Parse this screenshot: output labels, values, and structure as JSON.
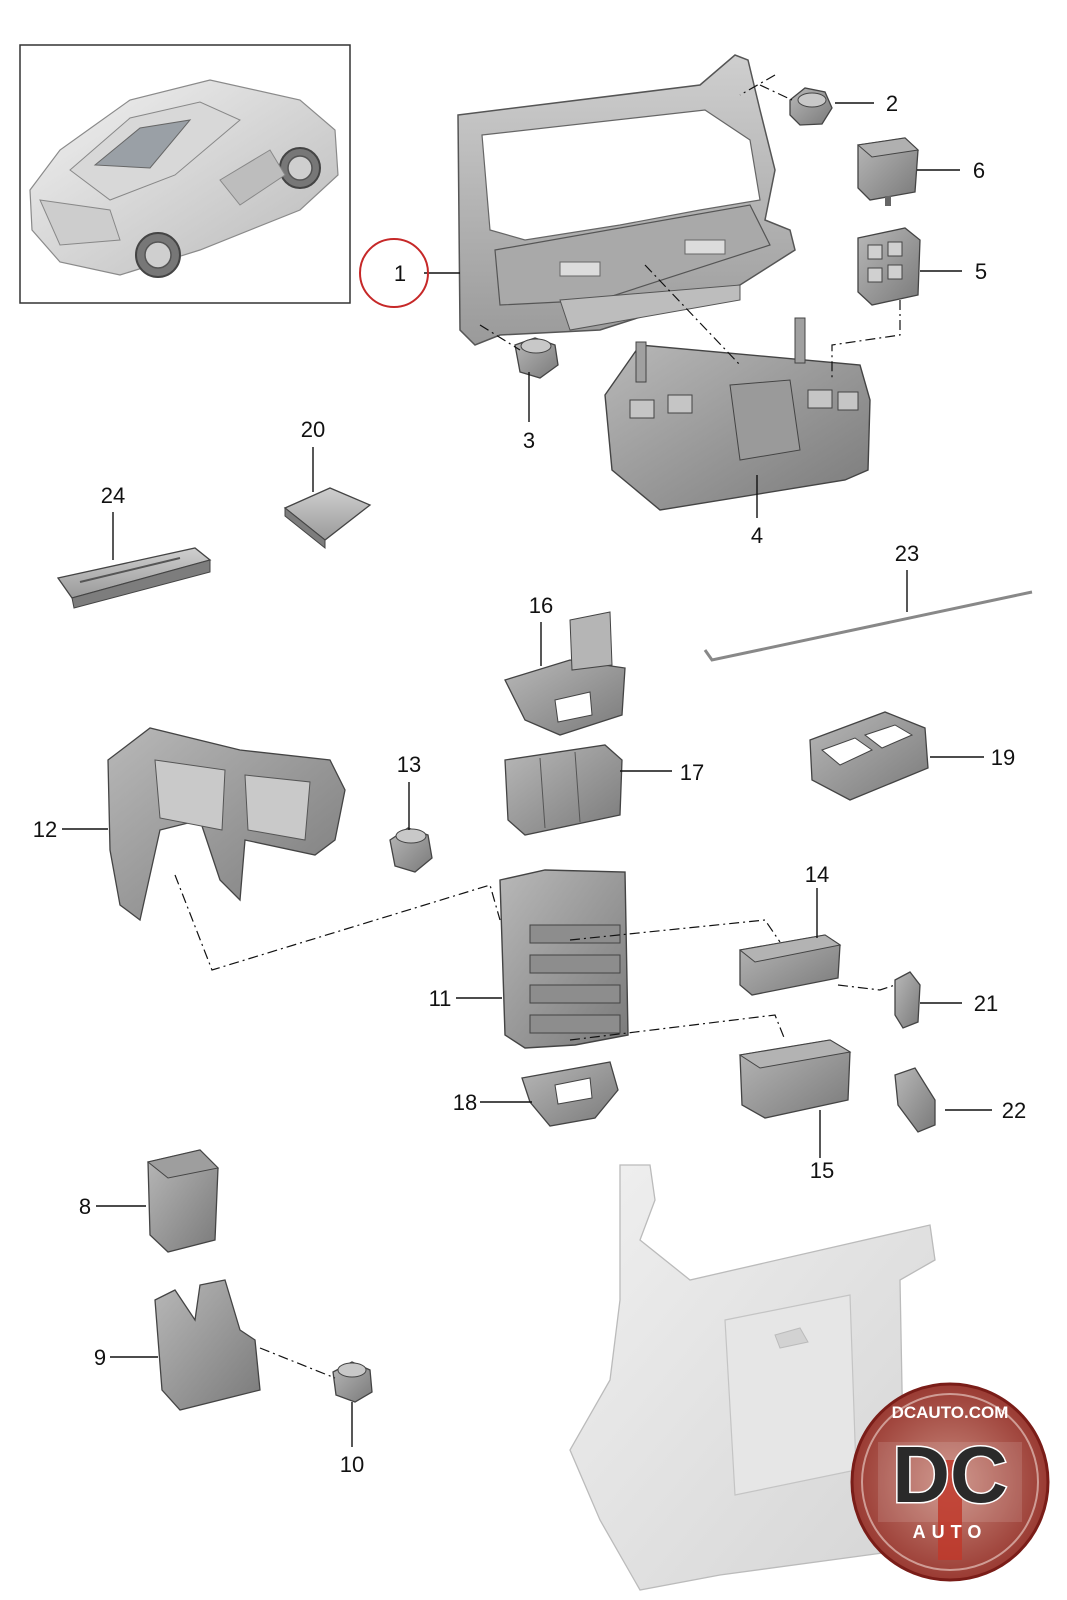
{
  "diagram": {
    "callouts": [
      "1",
      "2",
      "3",
      "4",
      "5",
      "6",
      "8",
      "9",
      "10",
      "11",
      "12",
      "13",
      "14",
      "15",
      "16",
      "17",
      "18",
      "19",
      "20",
      "21",
      "22",
      "23",
      "24"
    ],
    "highlighted_callout": "1"
  },
  "logo": {
    "top_text": "DCAUTO.COM",
    "main_text": "DC",
    "sub_text": "AUTO"
  }
}
